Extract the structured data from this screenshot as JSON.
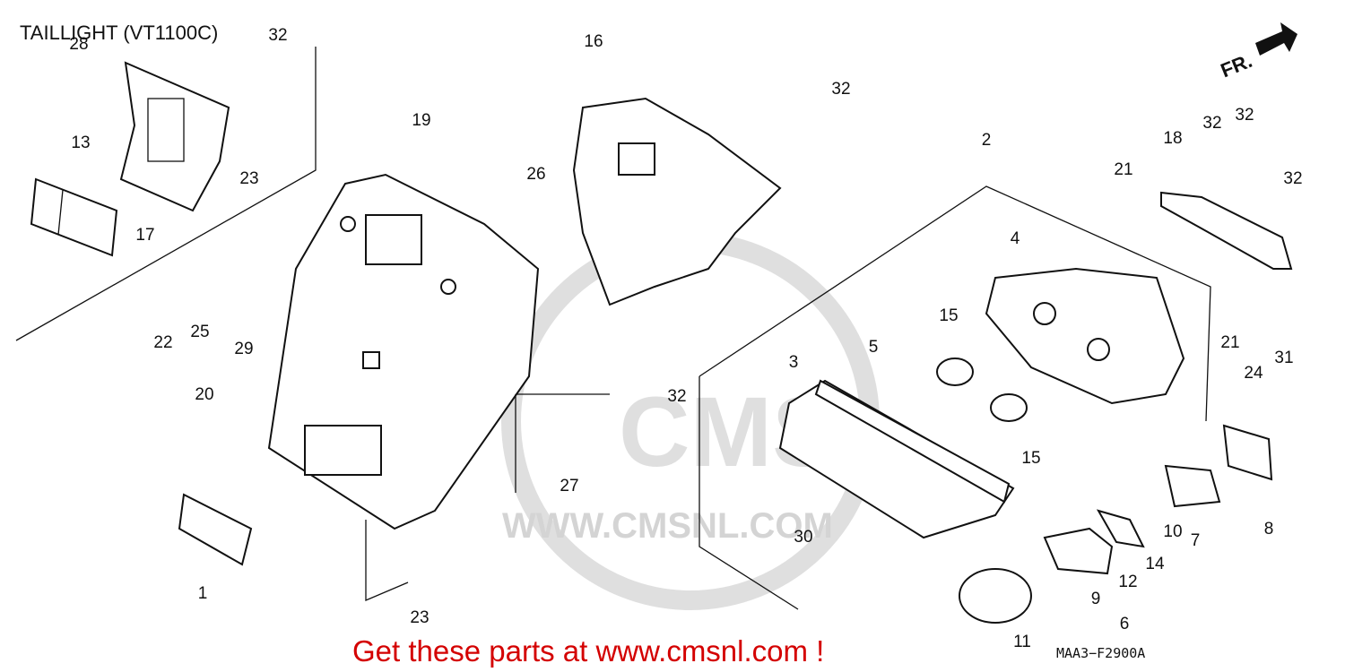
{
  "diagram": {
    "title": "TAILLIGHT (VT1100C)",
    "direction_label": "FR.",
    "drawing_code": "MAA3−F2900A",
    "promo_text": "Get these parts at www.cmsnl.com !",
    "promo_color": "#d40000",
    "watermark_url": "WWW.CMSNL.COM",
    "watermark_logo": "CMS",
    "watermark_color": "#cccccc",
    "callouts": [
      "28",
      "32",
      "16",
      "32",
      "19",
      "13",
      "23",
      "17",
      "26",
      "2",
      "32",
      "32",
      "18",
      "21",
      "32",
      "4",
      "22",
      "25",
      "29",
      "15",
      "5",
      "3",
      "32",
      "21",
      "31",
      "24",
      "20",
      "15",
      "27",
      "8",
      "30",
      "7",
      "10",
      "14",
      "12",
      "1",
      "9",
      "6",
      "23",
      "11"
    ]
  }
}
